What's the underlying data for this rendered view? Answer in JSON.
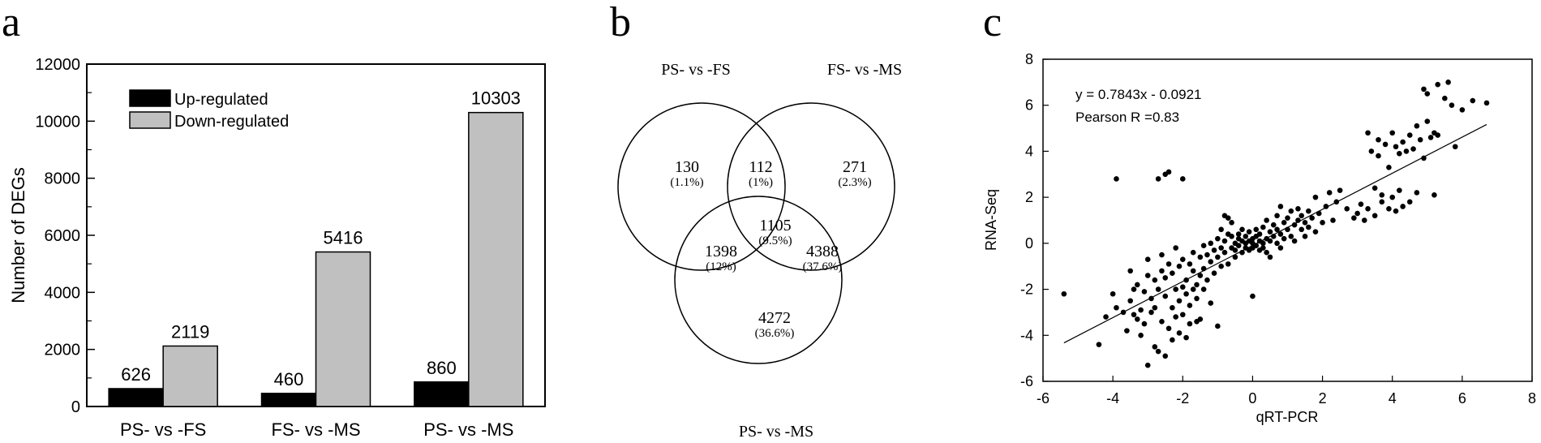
{
  "panels": {
    "a": "a",
    "b": "b",
    "c": "c"
  },
  "chart_data": [
    {
      "type": "bar",
      "categories": [
        "PS- vs -FS",
        "FS- vs -MS",
        "PS- vs -MS"
      ],
      "series": [
        {
          "name": "Up-regulated",
          "values": [
            626,
            460,
            860
          ],
          "color": "#000000"
        },
        {
          "name": "Down-regulated",
          "values": [
            2119,
            5416,
            10303
          ],
          "color": "#c0c0c0"
        }
      ],
      "ylabel": "Number of DEGs",
      "ylim": [
        0,
        12000
      ],
      "yticks": [
        "0",
        "2000",
        "4000",
        "6000",
        "8000",
        "10000",
        "12000"
      ],
      "legend_position": "top-left"
    },
    {
      "type": "venn",
      "sets": [
        "PS- vs -FS",
        "FS- vs -MS",
        "PS- vs -MS"
      ],
      "regions": [
        {
          "count": "130",
          "percent": "(1.1%)"
        },
        {
          "count": "112",
          "percent": "(1%)"
        },
        {
          "count": "271",
          "percent": "(2.3%)"
        },
        {
          "count": "1105",
          "percent": "(9.5%)"
        },
        {
          "count": "1398",
          "percent": "(12%)"
        },
        {
          "count": "4388",
          "percent": "(37.6%)"
        },
        {
          "count": "4272",
          "percent": "(36.6%)"
        }
      ]
    },
    {
      "type": "scatter",
      "xlabel": "qRT-PCR",
      "ylabel": "RNA-Seq",
      "xlim": [
        -6,
        8
      ],
      "ylim": [
        -6,
        8
      ],
      "xticks": [
        "-6",
        "-4",
        "-2",
        "0",
        "2",
        "4",
        "6",
        "8"
      ],
      "yticks": [
        "-6",
        "-4",
        "-2",
        "0",
        "2",
        "4",
        "6",
        "8"
      ],
      "equation": "y = 0.7843x - 0.0921",
      "pearson": "Pearson R =0.83",
      "fit": {
        "slope": 0.7843,
        "intercept": -0.0921,
        "xrange": [
          -5.4,
          6.7
        ]
      },
      "points": [
        [
          -5.4,
          -2.2
        ],
        [
          -4.4,
          -4.4
        ],
        [
          -4.2,
          -3.2
        ],
        [
          -4.0,
          -2.2
        ],
        [
          -3.9,
          -2.8
        ],
        [
          -3.9,
          2.8
        ],
        [
          -3.7,
          -3.0
        ],
        [
          -3.6,
          -3.8
        ],
        [
          -3.5,
          -1.2
        ],
        [
          -3.5,
          -2.5
        ],
        [
          -3.4,
          -2.0
        ],
        [
          -3.4,
          -3.1
        ],
        [
          -3.3,
          -3.3
        ],
        [
          -3.3,
          -1.8
        ],
        [
          -3.2,
          -4.0
        ],
        [
          -3.2,
          -2.9
        ],
        [
          -3.1,
          -2.1
        ],
        [
          -3.1,
          -3.5
        ],
        [
          -3.0,
          -5.3
        ],
        [
          -3.0,
          -1.4
        ],
        [
          -3.0,
          -0.7
        ],
        [
          -2.9,
          -2.4
        ],
        [
          -2.9,
          -3.0
        ],
        [
          -2.8,
          -4.5
        ],
        [
          -2.8,
          -1.6
        ],
        [
          -2.8,
          -2.8
        ],
        [
          -2.7,
          -4.7
        ],
        [
          -2.7,
          2.8
        ],
        [
          -2.7,
          -2.0
        ],
        [
          -2.6,
          -3.4
        ],
        [
          -2.6,
          -0.5
        ],
        [
          -2.6,
          -1.2
        ],
        [
          -2.5,
          3.0
        ],
        [
          -2.5,
          -4.9
        ],
        [
          -2.5,
          -2.3
        ],
        [
          -2.5,
          -1.5
        ],
        [
          -2.4,
          3.1
        ],
        [
          -2.4,
          -3.7
        ],
        [
          -2.4,
          -0.9
        ],
        [
          -2.3,
          -2.8
        ],
        [
          -2.3,
          -4.2
        ],
        [
          -2.3,
          -1.3
        ],
        [
          -2.2,
          -2.0
        ],
        [
          -2.2,
          -3.2
        ],
        [
          -2.2,
          -0.2
        ],
        [
          -2.1,
          -1.0
        ],
        [
          -2.1,
          -3.9
        ],
        [
          -2.1,
          -2.5
        ],
        [
          -2.0,
          2.8
        ],
        [
          -2.0,
          -1.9
        ],
        [
          -2.0,
          -3.1
        ],
        [
          -2.0,
          -0.7
        ],
        [
          -1.9,
          -4.1
        ],
        [
          -1.9,
          -2.2
        ],
        [
          -1.9,
          -1.6
        ],
        [
          -1.8,
          -0.9
        ],
        [
          -1.8,
          -2.7
        ],
        [
          -1.8,
          -3.5
        ],
        [
          -1.7,
          -2.0
        ],
        [
          -1.7,
          -1.2
        ],
        [
          -1.7,
          -0.4
        ],
        [
          -1.6,
          -3.4
        ],
        [
          -1.6,
          -1.8
        ],
        [
          -1.6,
          -2.4
        ],
        [
          -1.5,
          -0.6
        ],
        [
          -1.5,
          -1.4
        ],
        [
          -1.5,
          -3.3
        ],
        [
          -1.4,
          -0.1
        ],
        [
          -1.4,
          -2.0
        ],
        [
          -1.4,
          -1.1
        ],
        [
          -1.3,
          -0.5
        ],
        [
          -1.3,
          -1.6
        ],
        [
          -1.2,
          0.0
        ],
        [
          -1.2,
          -2.6
        ],
        [
          -1.2,
          -0.8
        ],
        [
          -1.1,
          -1.3
        ],
        [
          -1.1,
          -0.3
        ],
        [
          -1.0,
          -3.6
        ],
        [
          -1.0,
          -0.6
        ],
        [
          -1.0,
          0.2
        ],
        [
          -0.9,
          -1.0
        ],
        [
          -0.9,
          -0.2
        ],
        [
          -0.9,
          0.6
        ],
        [
          -0.8,
          1.2
        ],
        [
          -0.8,
          -0.4
        ],
        [
          -0.8,
          0.1
        ],
        [
          -0.7,
          -0.9
        ],
        [
          -0.7,
          0.4
        ],
        [
          -0.7,
          1.1
        ],
        [
          -0.6,
          -0.2
        ],
        [
          -0.6,
          0.3
        ],
        [
          -0.6,
          0.9
        ],
        [
          -0.5,
          -0.6
        ],
        [
          -0.5,
          0.0
        ],
        [
          -0.5,
          -0.3
        ],
        [
          -0.4,
          0.4
        ],
        [
          -0.4,
          -0.1
        ],
        [
          -0.4,
          0.2
        ],
        [
          -0.3,
          -0.4
        ],
        [
          -0.3,
          0.1
        ],
        [
          -0.3,
          0.6
        ],
        [
          -0.2,
          0.0
        ],
        [
          -0.2,
          -0.2
        ],
        [
          -0.2,
          0.3
        ],
        [
          -0.1,
          0.1
        ],
        [
          -0.1,
          -0.3
        ],
        [
          -0.1,
          0.5
        ],
        [
          0.0,
          0.0
        ],
        [
          0.0,
          -0.2
        ],
        [
          0.0,
          0.2
        ],
        [
          0.0,
          -2.3
        ],
        [
          0.1,
          0.3
        ],
        [
          0.1,
          -0.1
        ],
        [
          0.1,
          0.6
        ],
        [
          0.2,
          0.1
        ],
        [
          0.2,
          -0.3
        ],
        [
          0.2,
          0.4
        ],
        [
          0.3,
          0.0
        ],
        [
          0.3,
          0.7
        ],
        [
          0.3,
          -0.2
        ],
        [
          0.4,
          0.2
        ],
        [
          0.4,
          1.0
        ],
        [
          0.4,
          -0.4
        ],
        [
          0.5,
          0.5
        ],
        [
          0.5,
          0.1
        ],
        [
          0.5,
          -0.6
        ],
        [
          0.6,
          0.8
        ],
        [
          0.6,
          0.3
        ],
        [
          0.7,
          1.2
        ],
        [
          0.7,
          0.0
        ],
        [
          0.7,
          0.6
        ],
        [
          0.8,
          0.4
        ],
        [
          0.8,
          1.6
        ],
        [
          0.8,
          -0.2
        ],
        [
          0.9,
          0.9
        ],
        [
          0.9,
          0.2
        ],
        [
          1.0,
          1.1
        ],
        [
          1.0,
          0.6
        ],
        [
          1.1,
          0.3
        ],
        [
          1.1,
          1.4
        ],
        [
          1.2,
          0.8
        ],
        [
          1.2,
          0.1
        ],
        [
          1.3,
          1.0
        ],
        [
          1.3,
          1.5
        ],
        [
          1.4,
          0.6
        ],
        [
          1.4,
          1.2
        ],
        [
          1.5,
          0.9
        ],
        [
          1.5,
          0.3
        ],
        [
          1.6,
          1.4
        ],
        [
          1.6,
          0.7
        ],
        [
          1.7,
          1.1
        ],
        [
          1.8,
          2.0
        ],
        [
          1.8,
          0.5
        ],
        [
          1.9,
          1.3
        ],
        [
          2.0,
          0.9
        ],
        [
          2.1,
          1.6
        ],
        [
          2.2,
          2.2
        ],
        [
          2.3,
          1.0
        ],
        [
          2.4,
          1.8
        ],
        [
          2.5,
          2.3
        ],
        [
          2.7,
          1.5
        ],
        [
          3.0,
          1.3
        ],
        [
          3.1,
          1.7
        ],
        [
          3.2,
          1.0
        ],
        [
          3.3,
          1.5
        ],
        [
          3.3,
          4.8
        ],
        [
          3.4,
          4.0
        ],
        [
          3.5,
          2.4
        ],
        [
          3.5,
          1.2
        ],
        [
          3.6,
          4.5
        ],
        [
          3.6,
          3.8
        ],
        [
          3.7,
          1.8
        ],
        [
          3.7,
          2.1
        ],
        [
          3.8,
          4.3
        ],
        [
          3.9,
          1.5
        ],
        [
          3.9,
          3.3
        ],
        [
          4.0,
          4.8
        ],
        [
          4.0,
          2.0
        ],
        [
          4.1,
          4.2
        ],
        [
          4.1,
          1.4
        ],
        [
          4.2,
          3.9
        ],
        [
          4.2,
          2.3
        ],
        [
          4.3,
          4.4
        ],
        [
          4.3,
          1.6
        ],
        [
          4.4,
          4.0
        ],
        [
          4.5,
          4.7
        ],
        [
          4.5,
          1.8
        ],
        [
          4.6,
          4.1
        ],
        [
          4.7,
          5.1
        ],
        [
          4.7,
          2.2
        ],
        [
          4.8,
          4.5
        ],
        [
          4.9,
          6.7
        ],
        [
          4.9,
          3.7
        ],
        [
          5.0,
          5.3
        ],
        [
          5.0,
          6.5
        ],
        [
          5.1,
          4.6
        ],
        [
          5.2,
          4.8
        ],
        [
          5.3,
          4.7
        ],
        [
          5.3,
          6.9
        ],
        [
          5.5,
          6.3
        ],
        [
          5.6,
          7.0
        ],
        [
          5.7,
          6.0
        ],
        [
          5.8,
          4.2
        ],
        [
          6.0,
          5.8
        ],
        [
          6.3,
          6.2
        ],
        [
          6.7,
          6.1
        ],
        [
          5.2,
          2.1
        ],
        [
          2.9,
          1.1
        ]
      ]
    }
  ]
}
